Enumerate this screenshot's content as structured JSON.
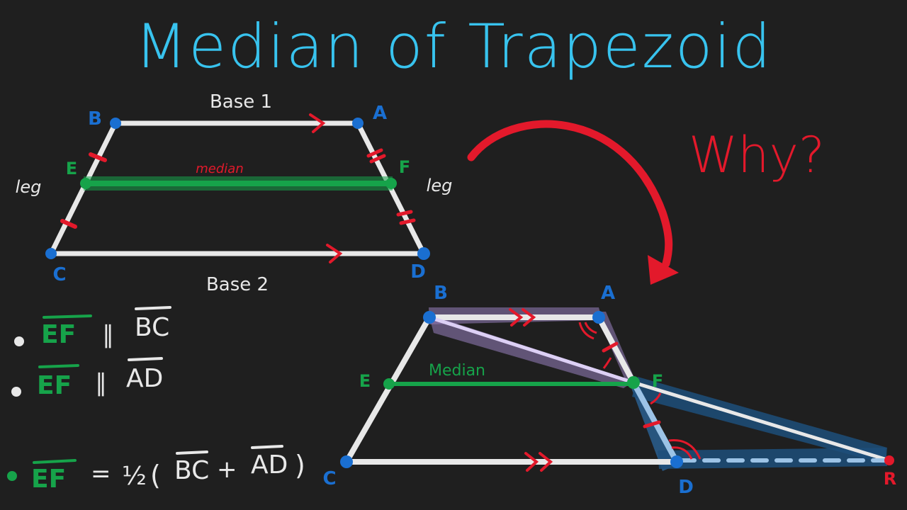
{
  "title": "Median of Trapezoid",
  "question": "Why?",
  "colors": {
    "background": "#1f1f1f",
    "title": "#38c3ee",
    "vertex_blue": "#1a6fd1",
    "median_green": "#16a34a",
    "mark_red": "#e3192b",
    "line_white": "#e8e8e8",
    "highlight_purple": "#8e78b0",
    "highlight_blue": "#1d4f7a"
  },
  "top_diagram": {
    "vertices": {
      "A": "A",
      "B": "B",
      "C": "C",
      "D": "D",
      "E": "E",
      "F": "F"
    },
    "base1_label": "Base 1",
    "base2_label": "Base 2",
    "median_label": "median",
    "leg_left_label": "leg",
    "leg_right_label": "leg"
  },
  "bottom_diagram": {
    "vertices": {
      "A": "A",
      "B": "B",
      "C": "C",
      "D": "D",
      "E": "E",
      "F": "F",
      "R": "R"
    },
    "median_label": "Median"
  },
  "properties": [
    {
      "lhs": "EF",
      "relation": "∥",
      "rhs": "BC",
      "bullet_color": "#e8e8e8"
    },
    {
      "lhs": "EF",
      "relation": "∥",
      "rhs": "AD",
      "bullet_color": "#e8e8e8"
    },
    {
      "lhs": "EF",
      "relation": "= ½(",
      "rhs": "BC + AD",
      "close": ")",
      "bullet_color": "#16a34a"
    }
  ],
  "property_texts": {
    "p1_lhs": "EF",
    "p1_rel": "∥",
    "p1_rhs": "BC",
    "p2_lhs": "EF",
    "p2_rel": "∥",
    "p2_rhs": "AD",
    "p3_lhs": "EF",
    "p3_eq": "=",
    "p3_half": "½",
    "p3_open": "(",
    "p3_bc": "BC",
    "p3_plus": "+",
    "p3_ad": "AD",
    "p3_close": ")"
  }
}
